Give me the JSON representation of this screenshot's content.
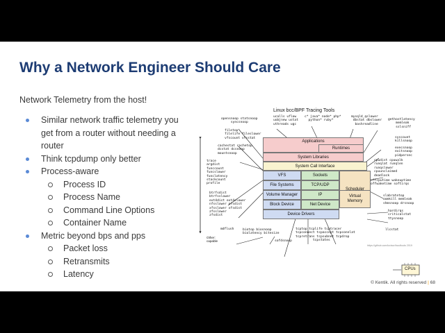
{
  "slide": {
    "title": "Why a Network Engineer Should Care",
    "subtitle": "Network Telemetry from the host!",
    "bullets": [
      {
        "text": "Similar network traffic telemetry you get from a router without needing a router",
        "sub": []
      },
      {
        "text": "Think tcpdump only better",
        "sub": []
      },
      {
        "text": "Process-aware",
        "sub": [
          "Process ID",
          "Process Name",
          "Command Line Options",
          "Container Name"
        ]
      },
      {
        "text": "Metric beyond bps and pps",
        "sub": [
          "Packet loss",
          "Retransmits",
          "Latency"
        ]
      }
    ],
    "footer": {
      "copyright": "© Kentik. All rights reserved",
      "page": "68"
    }
  },
  "diagram": {
    "title": "Linux bcc/BPF Tracing Tools",
    "layers": {
      "applications": "Applications",
      "runtimes": "Runtimes",
      "system_libraries": "System Libraries",
      "syscall": "System Call Interface",
      "vfs": "VFS",
      "sockets": "Sockets",
      "scheduler": "Scheduler",
      "filesystems": "File Systems",
      "tcpudp": "TCP/UDP",
      "volume_manager": "Volume Manager",
      "ip": "IP",
      "virtual_memory": "Virtual\nMemory",
      "block_device": "Block Device",
      "net_device": "Net Device",
      "device_drivers": "Device Drivers",
      "cpus": "CPUs"
    },
    "tools": {
      "opensnoop": "opensnoop statsnoop\n     syncsnoop",
      "ucalls": "ucalls uflow\nuobjnew ustat\nuthreads ugc",
      "java": "c* java* node* php*\n  python* ruby*",
      "mysqld": "mysqld_qslower\n dbstat dbslower\n  bashreadline",
      "gethost": "gethostlatency\n    memleak\n    sslsniff",
      "filetop": "filetop\nfilelife fileslower\nvfscount vfsstat",
      "cachestat": "cachestat cachetop\ndcstat dcsnoop\nmountsnoop",
      "syscount": "syscount\nkillsnoop",
      "execsnoop": "execsnoop\nexitsnoop\npidpersec",
      "cpudist": "cpudist cpuwalk\nrunqlat runqlen\nrunqslower\ncpuunclaimed\ndeadlock",
      "offcpu": "offcputime wakeuptime\noffwaketime softirqs",
      "slab": "slabratetop\noomkill memleak\nshmsnoop drsnoop",
      "hardirqs": "hardirqs\ncriticalstat\nttysnoop",
      "left": "trace\nargdist\nfunccount\nfuncslower\nfunclatency\nstackcount\nprofile",
      "btrfs": "btrfsdist\nbtrfsslower\next4dist ext4slower\nnfsslower nfsdist\nxfsslower xfsdist\nzfsslower\nzfsdist",
      "mdflush": "mdflush",
      "biotop": "biotop biosnoop\nbiolatency bitesize",
      "tcptop": "tcptop tcplife tcptracer\ntcpconnect tcpaccept tcpconnlat\ntcpretrans tcpsubnet tcpdrop\n         tcpstates",
      "sofdsnoop": "sofdsnoop",
      "llcstat": "llcstat",
      "other": "Other:\ncapable",
      "url": "https://github.com/iovisor/bcc#tools 2019"
    }
  }
}
